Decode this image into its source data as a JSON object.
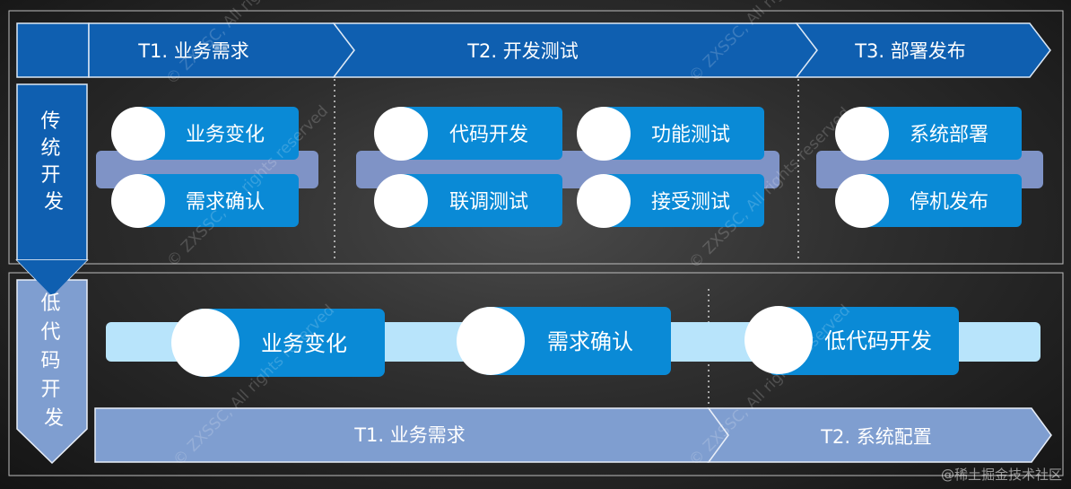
{
  "traditional": {
    "label": "传统\n开发",
    "phases": [
      "T1. 业务需求",
      "T2. 开发测试",
      "T3. 部署发布"
    ],
    "groups": [
      [
        "业务变化",
        "需求确认"
      ],
      [
        "代码开发",
        "功能测试",
        "联调测试",
        "接受测试"
      ],
      [
        "系统部署",
        "停机发布"
      ]
    ]
  },
  "lowcode": {
    "label": "低代\n码开\n发",
    "steps": [
      "业务变化",
      "需求确认",
      "低代码开发"
    ],
    "phases": [
      "T1. 业务需求",
      "T2. 系统配置"
    ]
  },
  "watermark": "© ZXSSC, All rights reserved",
  "credit": "@稀土掘金技术社区",
  "colors": {
    "dark_blue": "#0f5fb0",
    "item_blue": "#0a8ad6",
    "connector_gray": "#7f93c6",
    "lowcode_strip": "#b8e4fb",
    "lowcode_phase": "#7f9ed0"
  }
}
